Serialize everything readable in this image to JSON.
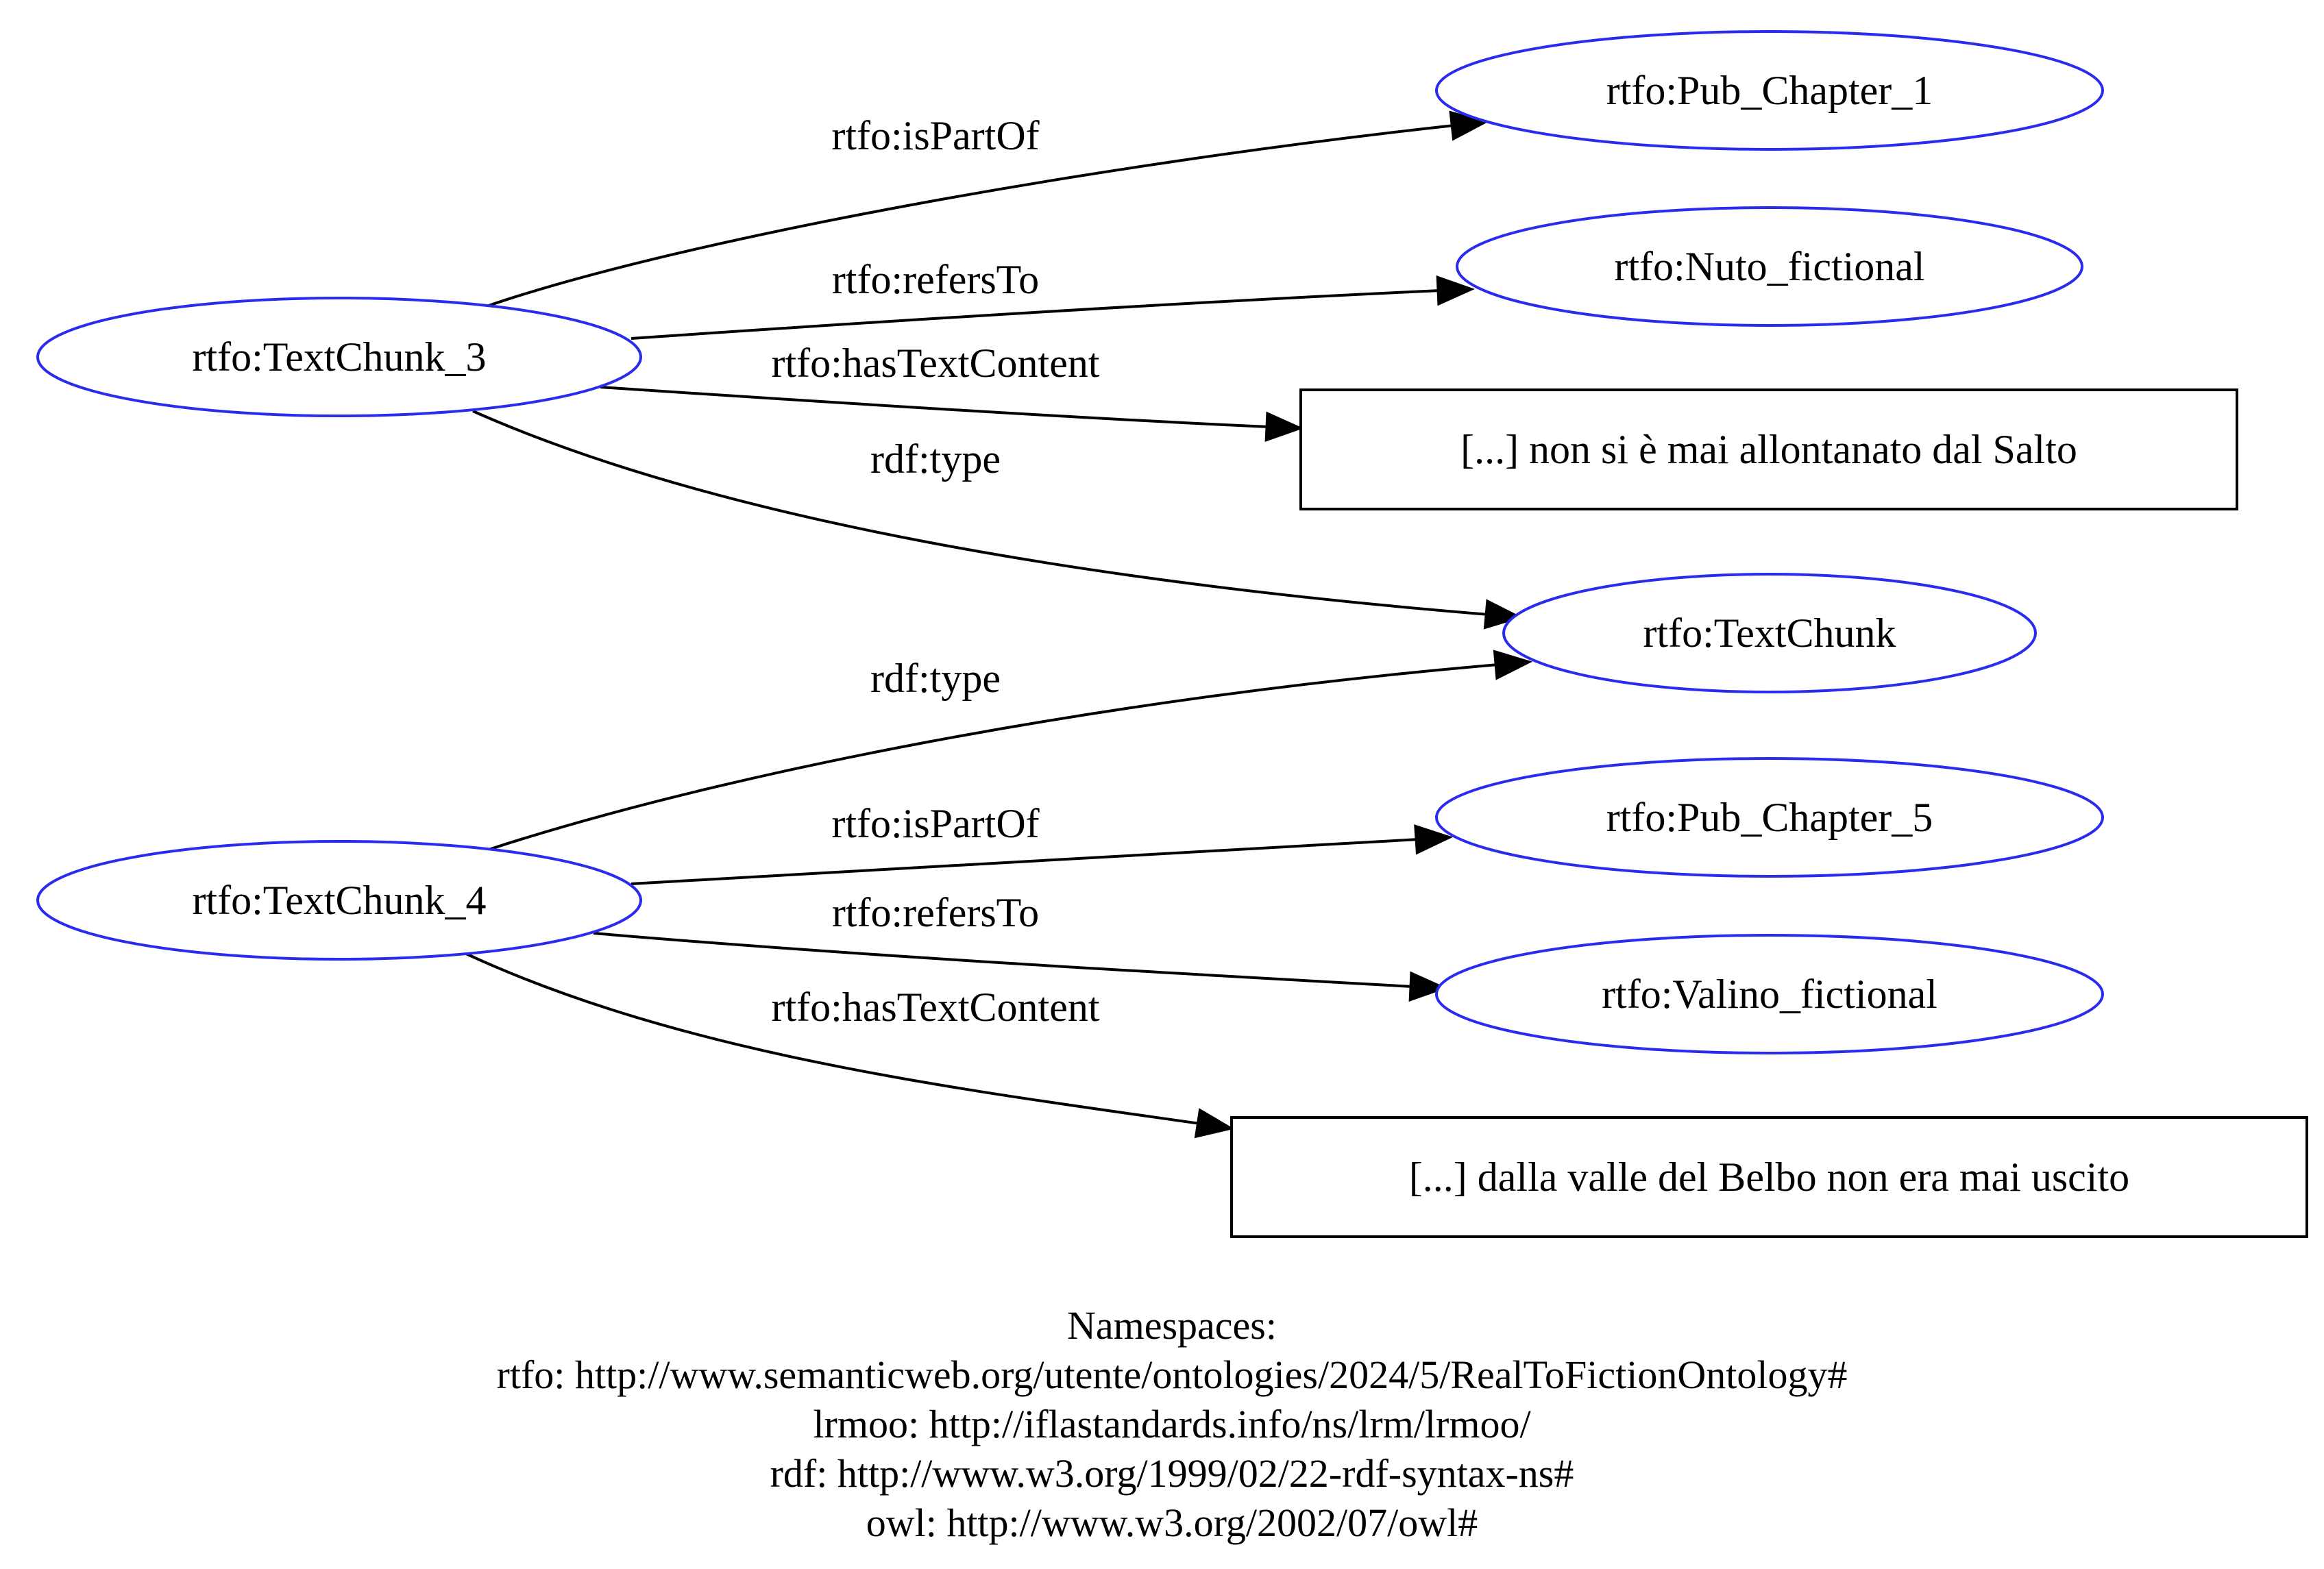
{
  "graph": {
    "nodes": {
      "textchunk_3": {
        "label": "rtfo:TextChunk_3",
        "shape": "ellipse"
      },
      "textchunk_4": {
        "label": "rtfo:TextChunk_4",
        "shape": "ellipse"
      },
      "pub_chapter_1": {
        "label": "rtfo:Pub_Chapter_1",
        "shape": "ellipse"
      },
      "nuto_fictional": {
        "label": "rtfo:Nuto_fictional",
        "shape": "ellipse"
      },
      "literal_1": {
        "label": "[...] non si è mai allontanato dal Salto",
        "shape": "box"
      },
      "textchunk": {
        "label": "rtfo:TextChunk",
        "shape": "ellipse"
      },
      "pub_chapter_5": {
        "label": "rtfo:Pub_Chapter_5",
        "shape": "ellipse"
      },
      "valino_fictional": {
        "label": "rtfo:Valino_fictional",
        "shape": "ellipse"
      },
      "literal_2": {
        "label": "[...] dalla valle del Belbo non era mai uscito",
        "shape": "box"
      }
    },
    "edges": [
      {
        "from": "textchunk_3",
        "to": "pub_chapter_1",
        "label": "rtfo:isPartOf"
      },
      {
        "from": "textchunk_3",
        "to": "nuto_fictional",
        "label": "rtfo:refersTo"
      },
      {
        "from": "textchunk_3",
        "to": "literal_1",
        "label": "rtfo:hasTextContent"
      },
      {
        "from": "textchunk_3",
        "to": "textchunk",
        "label": "rdf:type"
      },
      {
        "from": "textchunk_4",
        "to": "textchunk",
        "label": "rdf:type"
      },
      {
        "from": "textchunk_4",
        "to": "pub_chapter_5",
        "label": "rtfo:isPartOf"
      },
      {
        "from": "textchunk_4",
        "to": "valino_fictional",
        "label": "rtfo:refersTo"
      },
      {
        "from": "textchunk_4",
        "to": "literal_2",
        "label": "rtfo:hasTextContent"
      }
    ]
  },
  "namespaces": {
    "heading": "Namespaces:",
    "lines": [
      "rtfo: http://www.semanticweb.org/utente/ontologies/2024/5/RealToFictionOntology#",
      "lrmoo: http://iflastandards.info/ns/lrm/lrmoo/",
      "rdf: http://www.w3.org/1999/02/22-rdf-syntax-ns#",
      "owl: http://www.w3.org/2002/07/owl#"
    ]
  },
  "colors": {
    "node_stroke": "#2b2bee",
    "edge_stroke": "#000000",
    "box_stroke": "#000000"
  }
}
